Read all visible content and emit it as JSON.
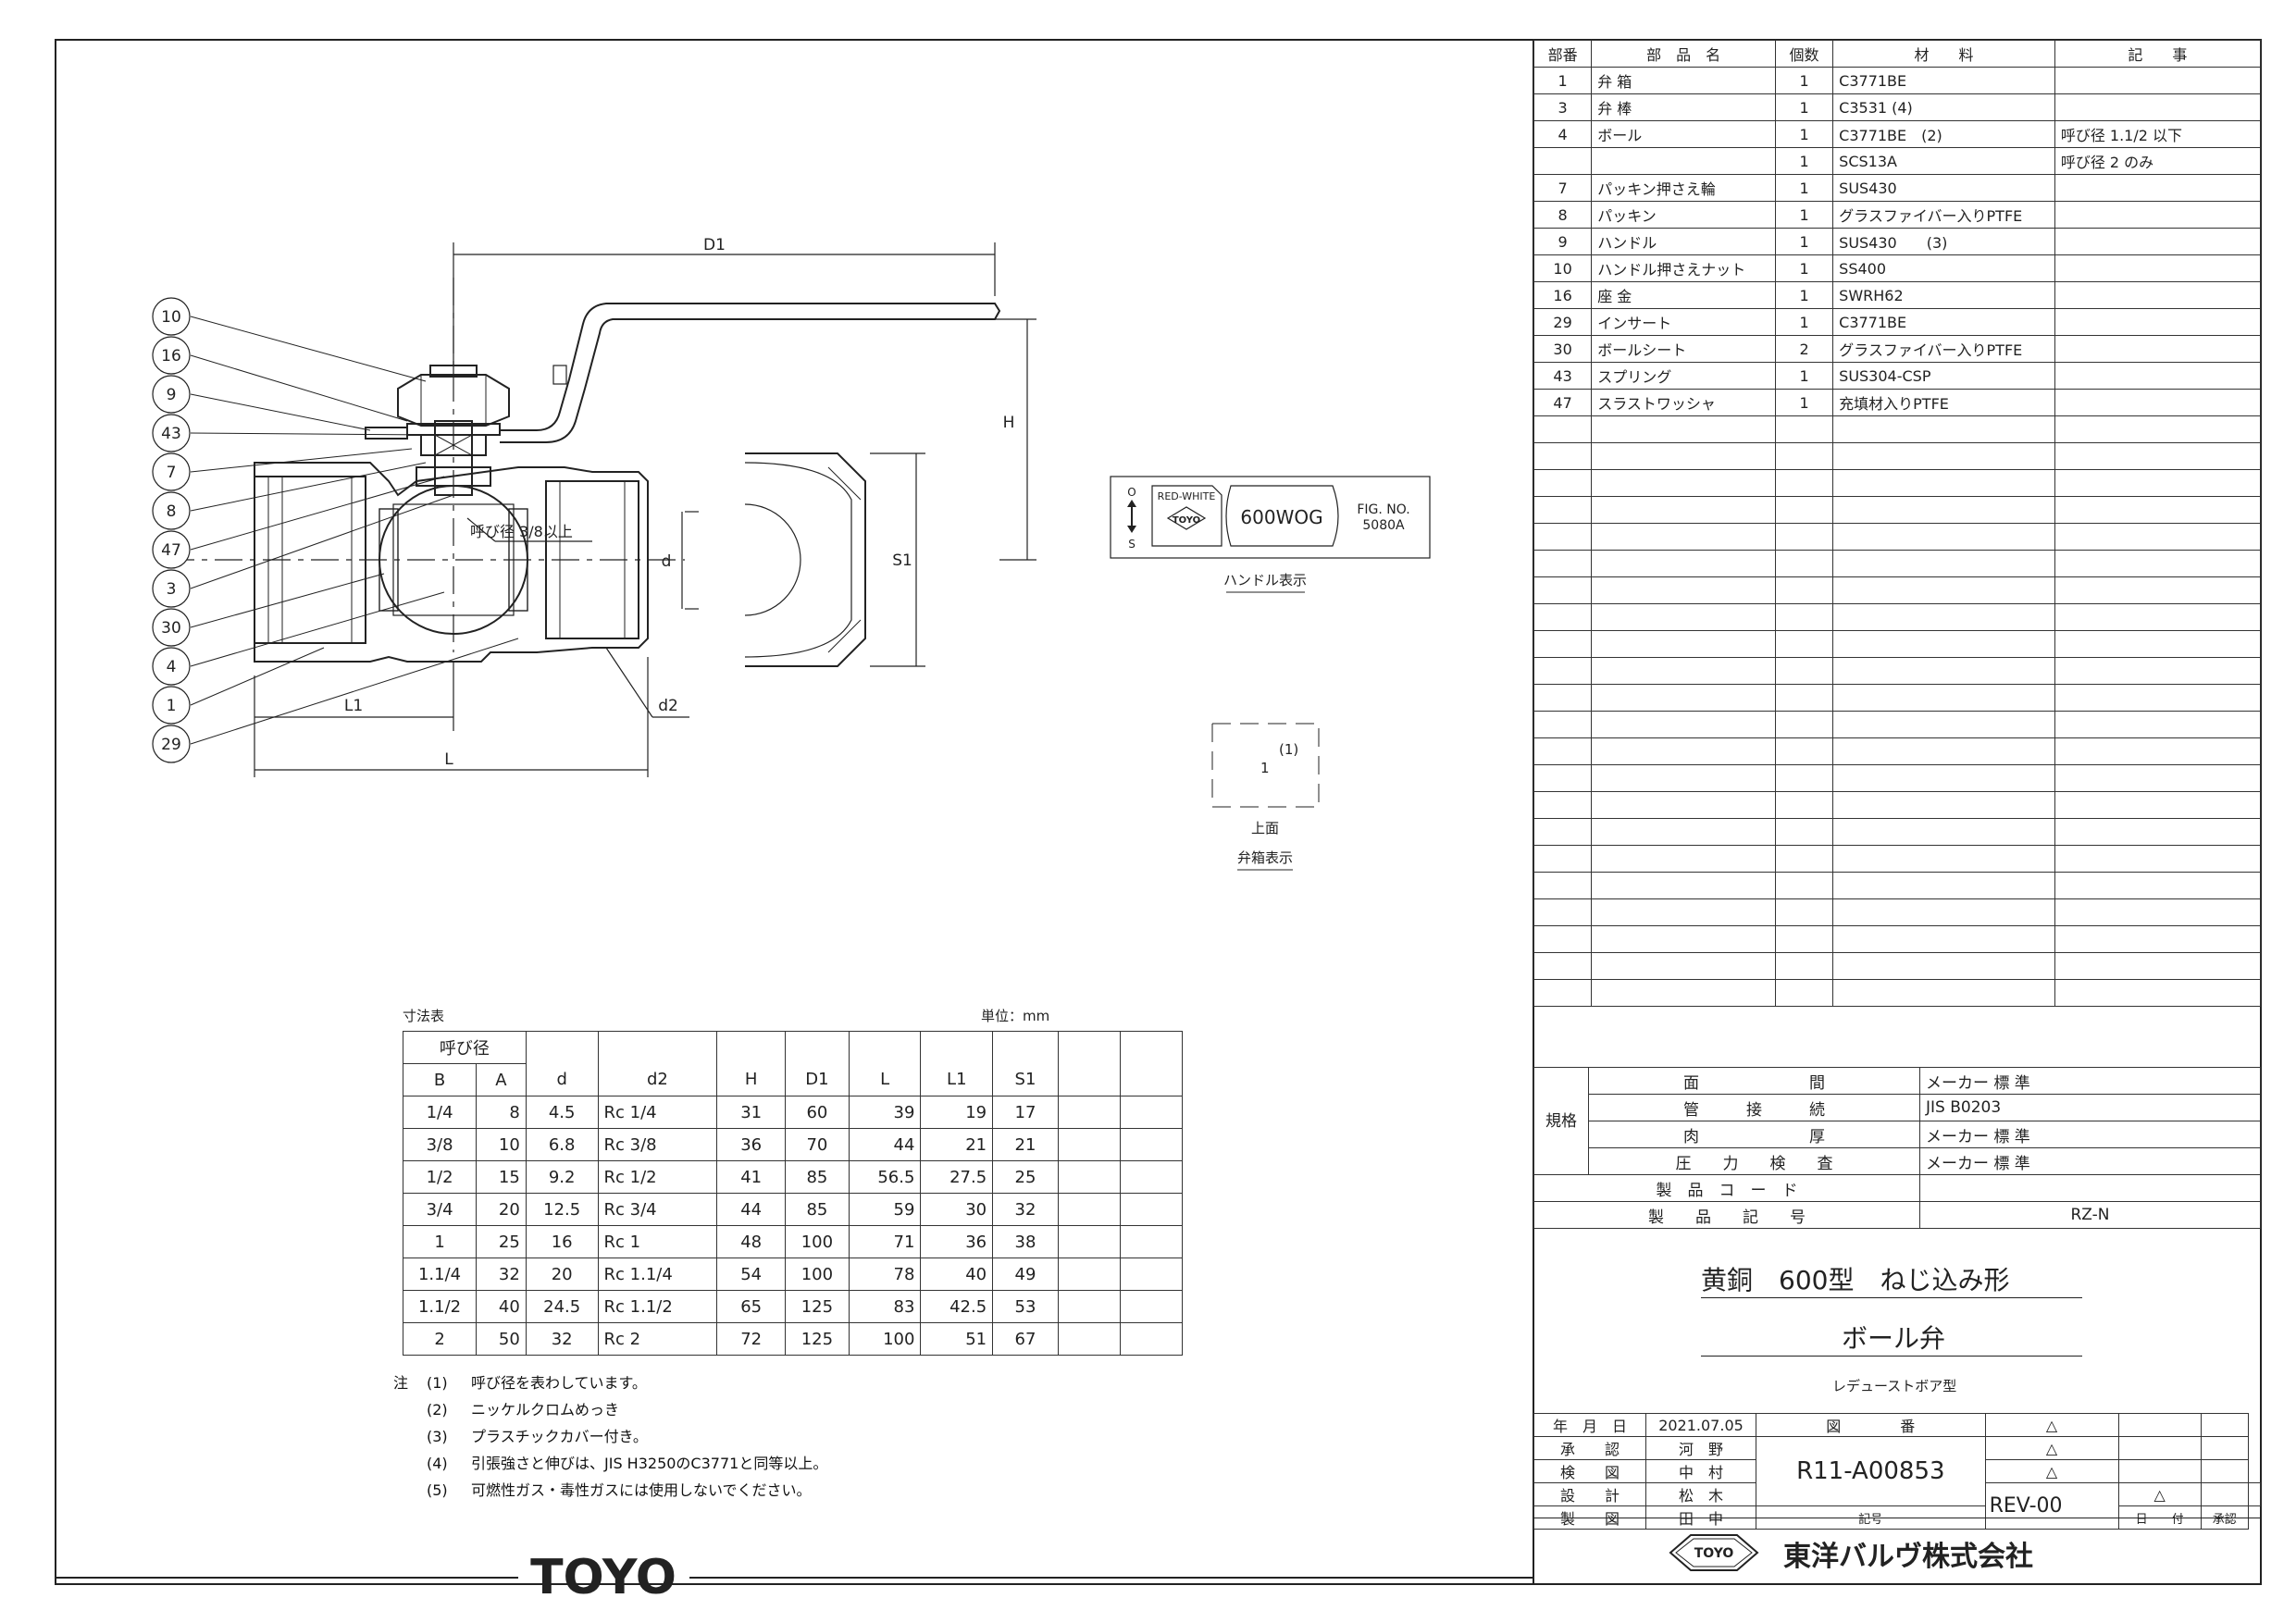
{
  "drawing": {
    "callouts": [
      "10",
      "16",
      "9",
      "43",
      "7",
      "8",
      "47",
      "3",
      "30",
      "4",
      "1",
      "29"
    ],
    "dim_labels": {
      "D1": "D1",
      "H": "H",
      "d": "d",
      "S1": "S1",
      "L1": "L1",
      "L": "L",
      "d2": "d2"
    },
    "inner_note": "呼び径 3/8以上",
    "handle_plate": {
      "brand_top": "RED-WHITE",
      "logo": "TOYO",
      "rating": "600WOG",
      "fig_label": "FIG. NO.",
      "fig_no": "5080A",
      "side_s": "S",
      "side_o": "O",
      "caption": "ハンドル表示"
    },
    "body_mark": {
      "note": "(1)",
      "value": "1",
      "top_label": "上面",
      "caption": "弁箱表示"
    }
  },
  "parts_table": {
    "headers": [
      "部番",
      "部　品　名",
      "個数",
      "材　　料",
      "記　　事"
    ],
    "rows": [
      [
        "1",
        "弁 箱",
        "1",
        "C3771BE",
        ""
      ],
      [
        "3",
        "弁 棒",
        "1",
        "C3531 (4)",
        ""
      ],
      [
        "4",
        "ボール",
        "1",
        "C3771BE　(2)",
        "呼び径 1.1/2 以下"
      ],
      [
        "",
        "",
        "1",
        "SCS13A",
        "呼び径 2 のみ"
      ],
      [
        "7",
        "パッキン押さえ輪",
        "1",
        "SUS430",
        ""
      ],
      [
        "8",
        "パッキン",
        "1",
        "グラスファイバー入りPTFE",
        ""
      ],
      [
        "9",
        "ハンドル",
        "1",
        "SUS430　　(3)",
        ""
      ],
      [
        "10",
        "ハンドル押さえナット",
        "1",
        "SS400",
        ""
      ],
      [
        "16",
        "座 金",
        "1",
        "SWRH62",
        ""
      ],
      [
        "29",
        "インサート",
        "1",
        "C3771BE",
        ""
      ],
      [
        "30",
        "ボールシート",
        "2",
        "グラスファイバー入りPTFE",
        ""
      ],
      [
        "43",
        "スプリング",
        "1",
        "SUS304-CSP",
        ""
      ],
      [
        "47",
        "スラストワッシャ",
        "1",
        "充填材入りPTFE",
        ""
      ]
    ],
    "empty_rows": 22
  },
  "dims_table": {
    "title": "寸法表",
    "unit": "単位：mm",
    "group_header": "呼び径",
    "headers": [
      "B",
      "A",
      "d",
      "d2",
      "H",
      "D1",
      "L",
      "L1",
      "S1"
    ],
    "rows": [
      [
        "1/4",
        "8",
        "4.5",
        "Rc 1/4",
        "31",
        "60",
        "39",
        "19",
        "17"
      ],
      [
        "3/8",
        "10",
        "6.8",
        "Rc 3/8",
        "36",
        "70",
        "44",
        "21",
        "21"
      ],
      [
        "1/2",
        "15",
        "9.2",
        "Rc 1/2",
        "41",
        "85",
        "56.5",
        "27.5",
        "25"
      ],
      [
        "3/4",
        "20",
        "12.5",
        "Rc 3/4",
        "44",
        "85",
        "59",
        "30",
        "32"
      ],
      [
        "1",
        "25",
        "16",
        "Rc 1",
        "48",
        "100",
        "71",
        "36",
        "38"
      ],
      [
        "1.1/4",
        "32",
        "20",
        "Rc 1.1/4",
        "54",
        "100",
        "78",
        "40",
        "49"
      ],
      [
        "1.1/2",
        "40",
        "24.5",
        "Rc 1.1/2",
        "65",
        "125",
        "83",
        "42.5",
        "53"
      ],
      [
        "2",
        "50",
        "32",
        "Rc 2",
        "72",
        "125",
        "100",
        "51",
        "67"
      ]
    ]
  },
  "notes": {
    "prefix": "注",
    "items": [
      {
        "num": "(1)",
        "text": "呼び径を表わしています。"
      },
      {
        "num": "(2)",
        "text": "ニッケルクロムめっき"
      },
      {
        "num": "(3)",
        "text": "プラスチックカバー付き。"
      },
      {
        "num": "(4)",
        "text": "引張強さと伸びは、JIS H3250のC3771と同等以上。"
      },
      {
        "num": "(5)",
        "text": "可燃性ガス・毒性ガスには使用しないでください。"
      }
    ]
  },
  "spec": {
    "section_label": "規格",
    "rows": [
      {
        "item": "面　　　　　　　間",
        "value": "メーカー 標 準"
      },
      {
        "item": "管　　　接　　　続",
        "value": "JIS B0203"
      },
      {
        "item": "肉　　　　　　　厚",
        "value": "メーカー 標 準"
      },
      {
        "item": "圧　　力　　検　　査",
        "value": "メーカー 標 準"
      }
    ],
    "code_label": "製　品　コ　ー　ド",
    "code_value": "",
    "symbol_label": "製　　品　　記　　号",
    "symbol_value": "RZ-N"
  },
  "title_block": {
    "title_line1": "黄銅　600型　ねじ込み形",
    "title_line2": "ボール弁",
    "subtitle": "レデューストボア型",
    "date_label": "年　月　日",
    "date": "2021.07.05",
    "drawing_no_label": "図　　　　番",
    "drawing_no": "R11-A00853",
    "rev": "REV-00",
    "signatures": [
      {
        "role": "承　　認",
        "name": "河　野"
      },
      {
        "role": "検　　図",
        "name": "中　村"
      },
      {
        "role": "設　　計",
        "name": "松　木"
      },
      {
        "role": "製　　図",
        "name": "田　中"
      }
    ],
    "rev_headers": [
      "記号",
      "日　　付",
      "承認"
    ],
    "logo": "TOYO",
    "company": "東洋バルヴ株式会社"
  },
  "footer_logo": "TOYO"
}
